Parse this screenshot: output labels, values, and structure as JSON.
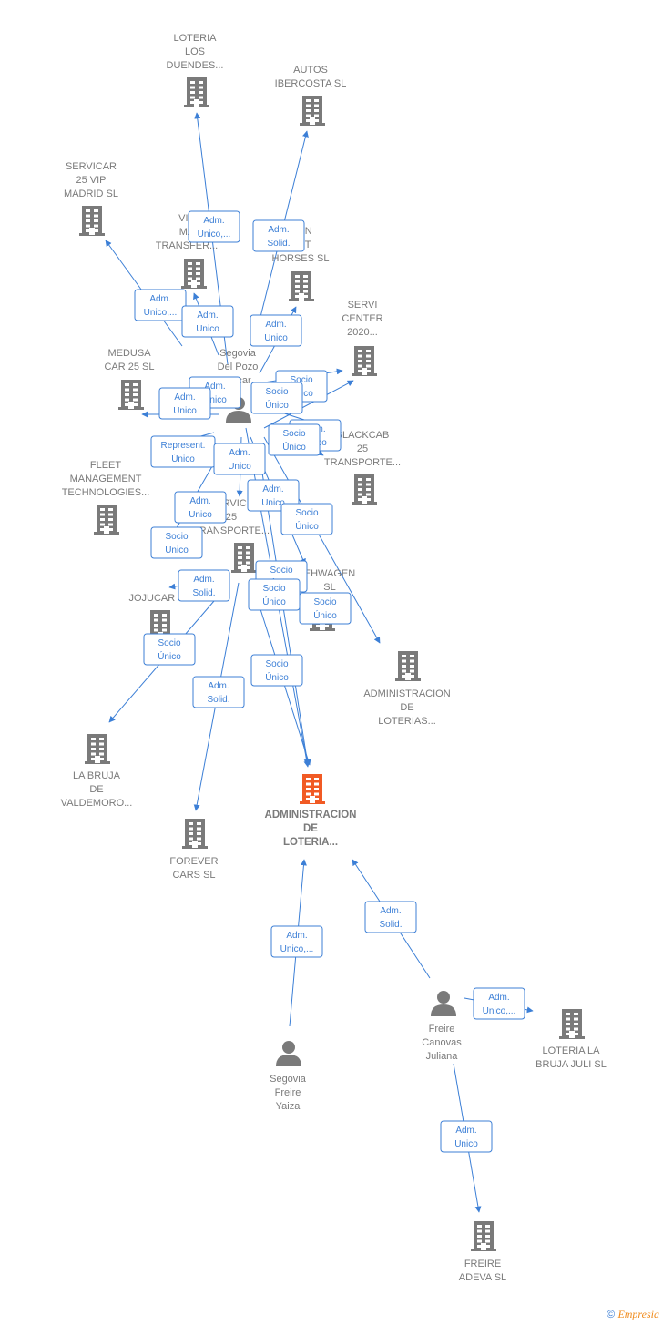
{
  "colors": {
    "edge": "#3c7fd6",
    "node": "#7a7a7a",
    "focus": "#f15a24"
  },
  "nodes": [
    {
      "id": "loteria_duendes",
      "kind": "company",
      "label": [
        "LOTERIA",
        "LOS",
        "DUENDES..."
      ]
    },
    {
      "id": "autos_ibercosta",
      "kind": "company",
      "label": [
        "AUTOS",
        "IBERCOSTA  SL"
      ]
    },
    {
      "id": "servicar",
      "kind": "company",
      "label": [
        "SERVICAR",
        "25 VIP",
        "MADRID  SL"
      ]
    },
    {
      "id": "viamar",
      "kind": "company",
      "label": [
        "VIA",
        "MA",
        "TRANSFER..."
      ]
    },
    {
      "id": "martin",
      "kind": "company",
      "label": [
        "RTIN",
        "ORT",
        "HORSES  SL"
      ]
    },
    {
      "id": "servicenter",
      "kind": "company",
      "label": [
        "SERVI",
        "CENTER",
        "2020..."
      ]
    },
    {
      "id": "medusa",
      "kind": "company",
      "label": [
        "MEDUSA",
        "CAR 25  SL"
      ]
    },
    {
      "id": "segovia_oscar",
      "kind": "person",
      "label": [
        "Segovia",
        "Del Pozo",
        "Oscar"
      ]
    },
    {
      "id": "blackcab",
      "kind": "company",
      "label": [
        "BLACKCAB",
        "25",
        "TRANSPORTE..."
      ]
    },
    {
      "id": "fleet",
      "kind": "company",
      "label": [
        "FLEET",
        "MANAGEMENT",
        "TECHNOLOGIES..."
      ]
    },
    {
      "id": "servic25",
      "kind": "company",
      "label": [
        "ERVIC",
        "25",
        "TRANSPORTE..."
      ]
    },
    {
      "id": "jojucar",
      "kind": "company",
      "label": [
        "JOJUCAR S"
      ]
    },
    {
      "id": "ehwagen",
      "kind": "company",
      "label": [
        "EHWAGEN",
        "SL"
      ]
    },
    {
      "id": "admin_loterias",
      "kind": "company",
      "label": [
        "ADMINISTRACION",
        "DE",
        "LOTERIAS..."
      ]
    },
    {
      "id": "la_bruja",
      "kind": "company",
      "label": [
        "LA BRUJA",
        "DE",
        "VALDEMORO..."
      ]
    },
    {
      "id": "focus",
      "kind": "focus",
      "label": [
        "ADMINISTRACION",
        "DE",
        "LOTERIA..."
      ]
    },
    {
      "id": "forever",
      "kind": "company",
      "label": [
        "FOREVER",
        "CARS  SL"
      ]
    },
    {
      "id": "freire_juliana",
      "kind": "person",
      "label": [
        "Freire",
        "Canovas",
        "Juliana"
      ]
    },
    {
      "id": "loteria_bruja_juli",
      "kind": "company",
      "label": [
        "LOTERIA LA",
        "BRUJA JULI SL"
      ]
    },
    {
      "id": "segovia_yaiza",
      "kind": "person",
      "label": [
        "Segovia",
        "Freire",
        "Yaiza"
      ]
    },
    {
      "id": "freire_adeva",
      "kind": "company",
      "label": [
        "FREIRE",
        "ADEVA SL"
      ]
    }
  ],
  "edges": [
    {
      "from": "segovia_oscar",
      "to": "loteria_duendes",
      "label": [
        "Adm.",
        "Unico,..."
      ]
    },
    {
      "from": "segovia_oscar",
      "to": "autos_ibercosta",
      "label": [
        "Adm.",
        "Solid."
      ]
    },
    {
      "from": "segovia_oscar",
      "to": "servicar",
      "label": [
        "Adm.",
        "Unico,..."
      ]
    },
    {
      "from": "segovia_oscar",
      "to": "viamar",
      "label": [
        "Adm.",
        "Unico"
      ]
    },
    {
      "from": "segovia_oscar",
      "to": "martin",
      "label": [
        "Adm.",
        "Unico"
      ]
    },
    {
      "from": "segovia_oscar",
      "to": "servicenter",
      "label": [
        "Adm.",
        "Unico"
      ]
    },
    {
      "from": "segovia_oscar",
      "to": "medusa",
      "label": [
        "Adm.",
        "Unico"
      ]
    },
    {
      "from": "segovia_oscar",
      "to": "medusa",
      "label": [
        "Socio",
        "Único"
      ]
    },
    {
      "from": "segovia_oscar",
      "to": "blackcab",
      "label": [
        "Socio",
        "Único"
      ]
    },
    {
      "from": "segovia_oscar",
      "to": "blackcab",
      "label": [
        "Adm.",
        "Unico"
      ]
    },
    {
      "from": "segovia_oscar",
      "to": "blackcab",
      "label": [
        "Socio",
        "Único"
      ]
    },
    {
      "from": "segovia_oscar",
      "to": "fleet",
      "label": [
        "Represent.",
        "Único"
      ]
    },
    {
      "from": "segovia_oscar",
      "to": "servic25",
      "label": [
        "Adm.",
        "Unico"
      ]
    },
    {
      "from": "segovia_oscar",
      "to": "jojucar",
      "label": [
        "Adm.",
        "Unico"
      ]
    },
    {
      "from": "segovia_oscar",
      "to": "ehwagen",
      "label": [
        "Adm.",
        "Unico"
      ]
    },
    {
      "from": "segovia_oscar",
      "to": "ehwagen",
      "label": [
        "Socio",
        "Único"
      ]
    },
    {
      "from": "servic25",
      "to": "jojucar",
      "label": [
        "Adm.",
        "Solid."
      ]
    },
    {
      "from": "servic25",
      "to": "la_bruja",
      "label": [
        "Socio",
        "Único"
      ]
    },
    {
      "from": "servic25",
      "to": "ehwagen",
      "label": [
        "Socio",
        "Único"
      ]
    },
    {
      "from": "segovia_oscar",
      "to": "admin_loterias",
      "label": [
        "Socio",
        "Único"
      ]
    },
    {
      "from": "servic25",
      "to": "la_bruja",
      "label": [
        "Socio",
        "Único"
      ]
    },
    {
      "from": "servic25",
      "to": "forever",
      "label": [
        "Socio",
        "Único"
      ]
    },
    {
      "from": "segovia_oscar",
      "to": "focus",
      "label": [
        "Adm.",
        "Solid."
      ]
    },
    {
      "from": "servic25",
      "to": "focus",
      "label": [
        "Socio",
        "Único"
      ]
    },
    {
      "from": "segovia_yaiza",
      "to": "focus",
      "label": [
        "Adm.",
        "Unico,..."
      ]
    },
    {
      "from": "freire_juliana",
      "to": "focus",
      "label": [
        "Adm.",
        "Solid."
      ]
    },
    {
      "from": "freire_juliana",
      "to": "loteria_bruja_juli",
      "label": [
        "Adm.",
        "Unico,..."
      ]
    },
    {
      "from": "freire_juliana",
      "to": "freire_adeva",
      "label": [
        "Adm.",
        "Unico"
      ]
    }
  ],
  "footer": {
    "copyright": "©",
    "brand": "Empresia"
  }
}
